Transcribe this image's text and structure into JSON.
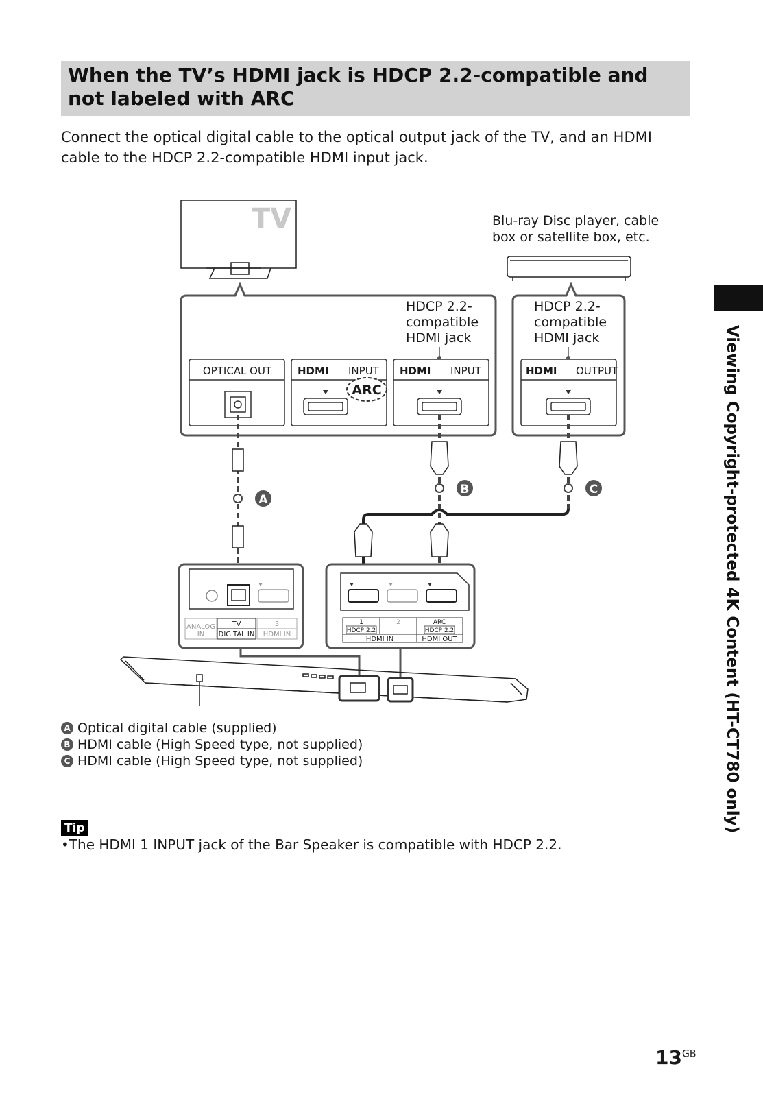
{
  "heading": "When the TV’s HDMI jack is HDCP 2.2-compatible and not labeled with ARC",
  "intro": "Connect the optical digital cable to the optical output jack of the TV, and an HDMI cable to the HDCP 2.2-compatible HDMI input jack.",
  "diagram": {
    "tv_label": "TV",
    "player_label_line1": "Blu-ray Disc player, cable",
    "player_label_line2": "box or satellite box, etc.",
    "hdcp_note_1": [
      "HDCP 2.2-",
      "compatible",
      "HDMI jack"
    ],
    "hdcp_note_2": [
      "HDCP 2.2-",
      "compatible",
      "HDMI jack"
    ],
    "tv_ports": {
      "optical_out": "OPTICAL OUT",
      "hdmi_logo": "HDMI",
      "input1": "INPUT",
      "arc": "ARC",
      "input2": "INPUT"
    },
    "player_port": "OUTPUT",
    "cable_labels": {
      "a": "A",
      "b": "B",
      "c": "C"
    },
    "bar_left_panel": {
      "analog": "ANALOG",
      "in": "IN",
      "tv": "TV",
      "digital_in": "DIGITAL IN",
      "num3": "3",
      "hdmi_in": "HDMI IN"
    },
    "bar_right_panel": {
      "num1": "1",
      "num2": "2",
      "arc": "ARC",
      "hdcp_1": "HDCP 2.2",
      "hdcp_2": "HDCP 2.2",
      "hdmi_in": "HDMI IN",
      "hdmi_out": "HDMI OUT"
    }
  },
  "legend": [
    {
      "badge": "A",
      "text": "Optical digital cable (supplied)"
    },
    {
      "badge": "B",
      "text": "HDMI cable (High Speed type, not supplied)"
    },
    {
      "badge": "C",
      "text": "HDMI cable (High Speed type, not supplied)"
    }
  ],
  "tip": {
    "label": "Tip",
    "text": "•The HDMI 1 INPUT jack of the Bar Speaker is compatible with HDCP 2.2."
  },
  "side_title": "Viewing Copyright-protected 4K Content (HT-CT780 only)",
  "page_number": "13",
  "page_suffix": "GB"
}
